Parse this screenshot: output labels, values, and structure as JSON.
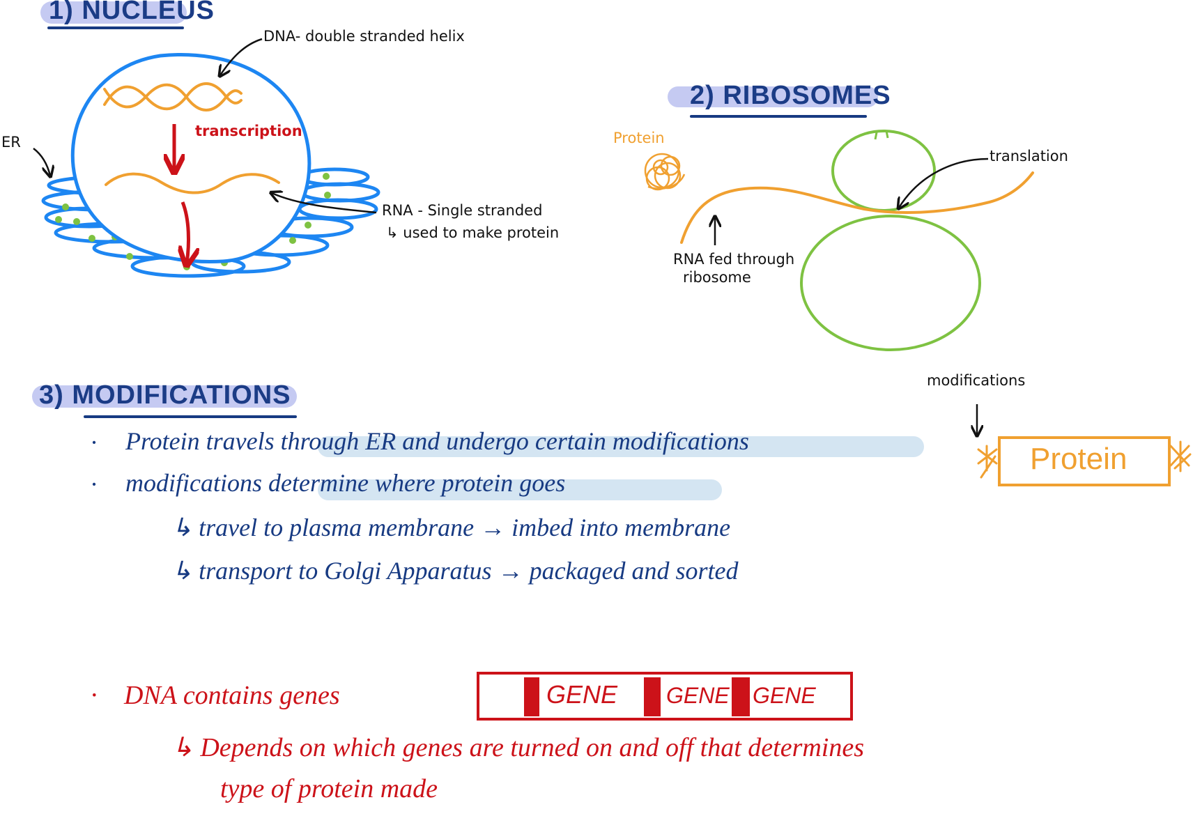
{
  "colors": {
    "navy": "#173a82",
    "membrane_blue": "#1d86f2",
    "dna_orange": "#f0a030",
    "ribosome_green": "#7ec242",
    "arrow_red": "#cc1219",
    "highlight_lavender": "#c5caf2",
    "highlight_lightblue": "#d4e5f2"
  },
  "sections": {
    "nucleus": {
      "title": "1) NUCLEUS",
      "dna_label": "DNA- double stranded helix",
      "transcription_label": "transcription",
      "er_label": "ER",
      "rna_label_line1": "RNA - Single stranded",
      "rna_label_line2": "↳ used to make protein"
    },
    "ribosomes": {
      "title": "2) RIBOSOMES",
      "protein_label": "Protein",
      "translation_label": "translation",
      "rna_fed_line1": "RNA fed through",
      "rna_fed_line2": "ribosome"
    },
    "modifications": {
      "title": "3) MODIFICATIONS",
      "bullets": [
        "Protein travels through ER and undergo certain modifications",
        "modifications determine where protein goes"
      ],
      "sub_bullets": [
        "↳ travel to plasma membrane → imbed into membrane",
        "↳ transport to Golgi Apparatus → packaged and sorted"
      ],
      "side_label": "modifications",
      "protein_box_label": "Protein"
    },
    "genes": {
      "bullet": "DNA contains genes",
      "gene_labels": [
        "GENE",
        "GENE",
        "GENE"
      ],
      "sub_line1": "↳ Depends on which genes are turned on and off that determines",
      "sub_line2": "type of protein made"
    }
  }
}
